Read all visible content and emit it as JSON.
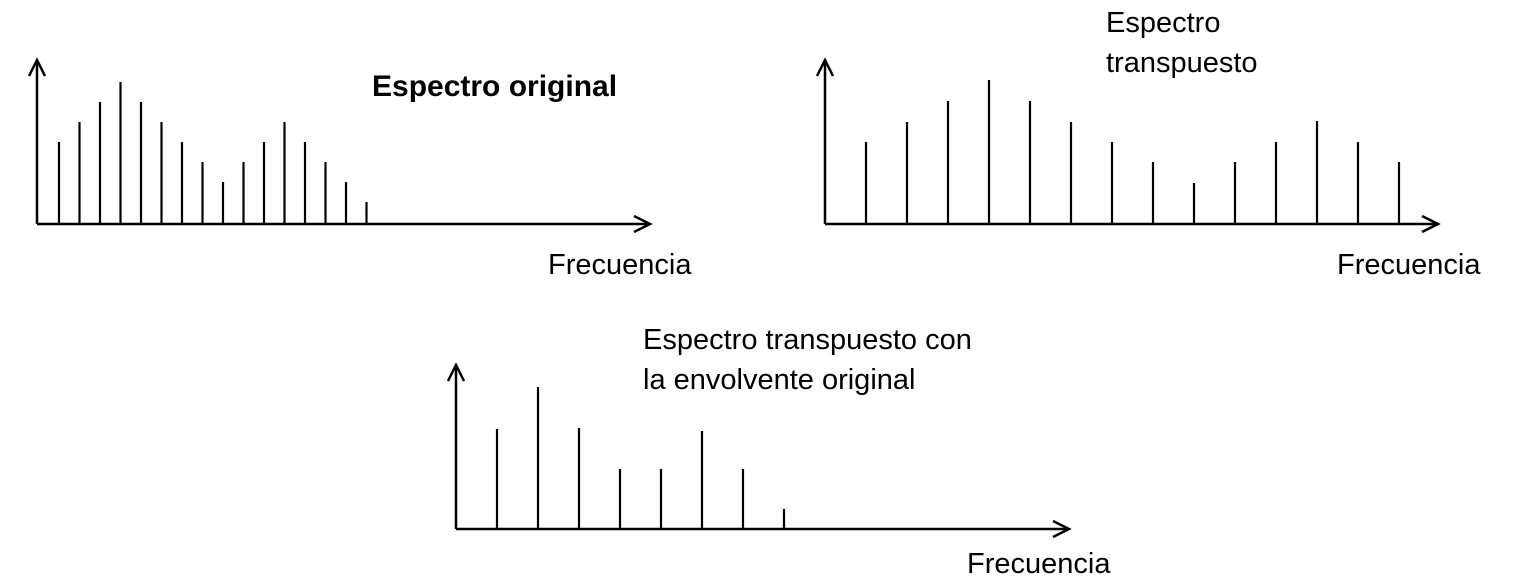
{
  "panels": [
    {
      "title_lines": [
        "Espectro original"
      ],
      "title_bold": true,
      "xlabel": "Frecuencia",
      "chart_data": {
        "type": "bar",
        "ylim": [
          0,
          140
        ],
        "values": [
          82,
          102,
          122,
          142,
          122,
          102,
          82,
          62,
          42,
          62,
          82,
          102,
          82,
          62,
          42,
          22
        ]
      }
    },
    {
      "title_lines": [
        "Espectro",
        "transpuesto"
      ],
      "title_bold": false,
      "xlabel": "Frecuencia",
      "chart_data": {
        "type": "bar",
        "ylim": [
          0,
          140
        ],
        "values": [
          82,
          102,
          123,
          144,
          123,
          102,
          82,
          62,
          41,
          62,
          82,
          103,
          82,
          62
        ]
      }
    },
    {
      "title_lines": [
        "Espectro transpuesto con",
        "la envolvente original"
      ],
      "title_bold": false,
      "xlabel": "Frecuencia",
      "chart_data": {
        "type": "bar",
        "ylim": [
          0,
          140
        ],
        "values": [
          100,
          142,
          101,
          60,
          60,
          98,
          60,
          20
        ]
      }
    }
  ]
}
